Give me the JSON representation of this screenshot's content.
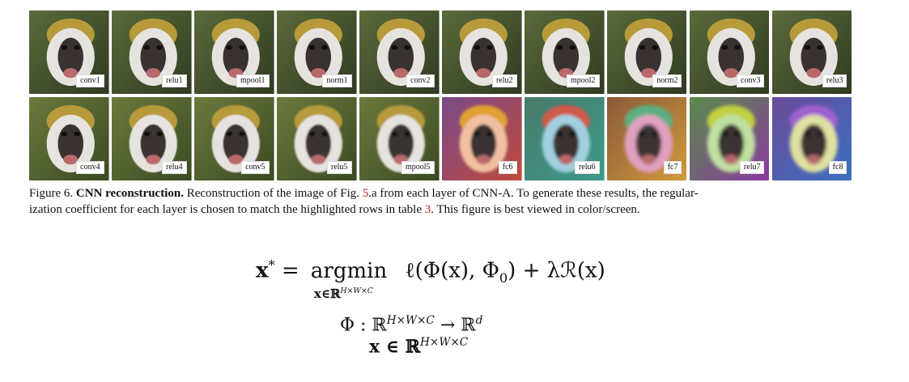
{
  "figure": {
    "row1": [
      "conv1",
      "relu1",
      "mpool1",
      "norm1",
      "conv2",
      "relu2",
      "mpool2",
      "norm2",
      "conv3",
      "relu3"
    ],
    "row2": [
      "conv4",
      "relu4",
      "conv5",
      "relu5",
      "mpool5",
      "fc6",
      "relu6",
      "fc7",
      "relu7",
      "fc8"
    ]
  },
  "caption": {
    "prefix": "Figure 6. ",
    "bold": "CNN reconstruction.",
    "text1": " Reconstruction of the image of Fig. ",
    "ref1": "5",
    "text2": ".a from each layer of CNN-A. To generate these results, the regular-",
    "line2a": "ization coefficient for each layer is chosen to match the highlighted rows in table ",
    "ref2": "3",
    "line2b": ". This figure is best viewed in color/screen."
  },
  "equations": {
    "eq1_lhs": "x",
    "eq1_star": "*",
    "eq1_eq": " = ",
    "eq1_op": "argmin",
    "eq1_rhs": "ℓ(Φ(x), Φ",
    "eq1_rhs_sub": "0",
    "eq1_rhs_tail": ") + λℛ(x)",
    "eq1_under": "x∈ℝ",
    "eq1_under_sup": "H×W×C",
    "eq2_a": "Φ : ℝ",
    "eq2_a_sup": "H×W×C",
    "eq2_b": " → ℝ",
    "eq2_b_sup": "d",
    "eq3_a": "x ∈ ℝ",
    "eq3_a_sup": "H×W×C"
  },
  "colors": {
    "reference": "#c8201e"
  }
}
